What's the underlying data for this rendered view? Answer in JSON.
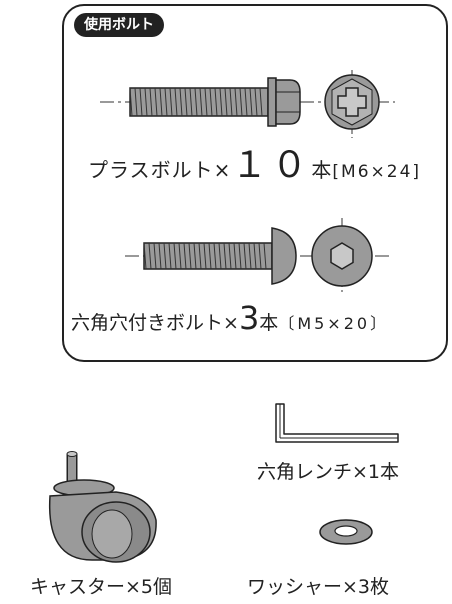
{
  "badge": {
    "label": "使用ボルト"
  },
  "plus_bolt": {
    "name": "プラスボルト",
    "times": "×",
    "count": "１０",
    "unit": "本",
    "spec": "[M6×24]"
  },
  "hex_bolt": {
    "name": "六角穴付きボルト",
    "times": "×",
    "count": "3",
    "unit": "本",
    "spec": "〔M5×20〕"
  },
  "wrench": {
    "label": "六角レンチ×1本"
  },
  "caster": {
    "label": "キャスター×5個"
  },
  "washer": {
    "label": "ワッシャー×3枚"
  },
  "colors": {
    "line": "#222222",
    "part_fill": "#9a9a9a",
    "highlight": "#c8c8c8",
    "background": "#ffffff"
  }
}
